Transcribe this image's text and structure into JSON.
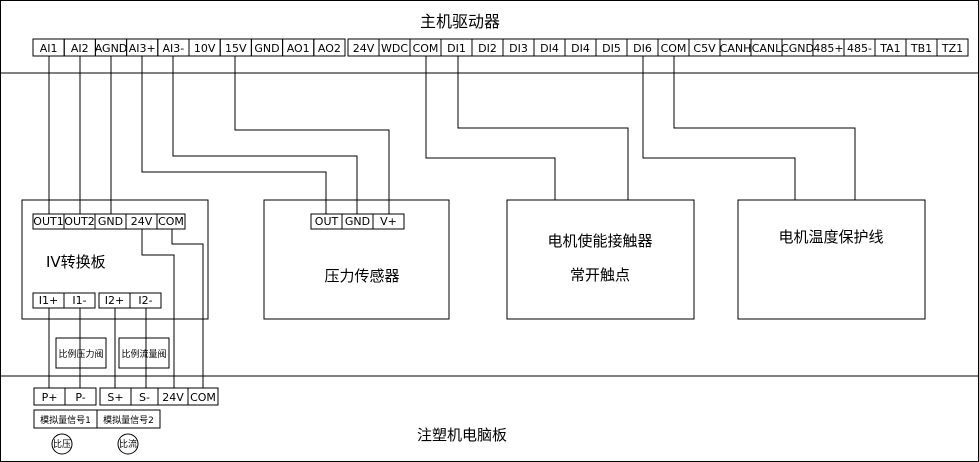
{
  "driver": {
    "title": "主机驱动器",
    "terminals": [
      "AI1",
      "AI2",
      "AGND",
      "AI3+",
      "AI3-",
      "10V",
      "15V",
      "GND",
      "AO1",
      "AO2",
      "24V",
      "WDC",
      "COM",
      "DI1",
      "DI2",
      "DI3",
      "DI4",
      "DI4",
      "DI5",
      "DI6",
      "COM",
      "C5V",
      "CANH",
      "CANL",
      "CGND",
      "485+",
      "485-",
      "TA1",
      "TB1",
      "TZ1"
    ]
  },
  "converter": {
    "title": "ⅠⅤ转换板",
    "top_pins": [
      "OUT1",
      "OUT2",
      "GND",
      "24V",
      "COM"
    ],
    "bottom_pins": [
      "I1+",
      "I1-",
      "I2+",
      "I2-"
    ]
  },
  "sensor": {
    "title": "压力传感器",
    "pins": [
      "OUT",
      "GND",
      "V+"
    ]
  },
  "contactor": {
    "line1": "电机使能接触器",
    "line2": "常开触点"
  },
  "thermal": {
    "title": "电机温度保护线"
  },
  "valves": {
    "pressure": "比例压力阀",
    "flow": "比例流量阀"
  },
  "board": {
    "title": "注塑机电脑板",
    "pins": [
      "P+",
      "P-",
      "S+",
      "S-",
      "24V",
      "COM"
    ],
    "signals": [
      "模拟量信号1",
      "模拟量信号2"
    ],
    "circles": [
      "比压",
      "比流"
    ]
  }
}
